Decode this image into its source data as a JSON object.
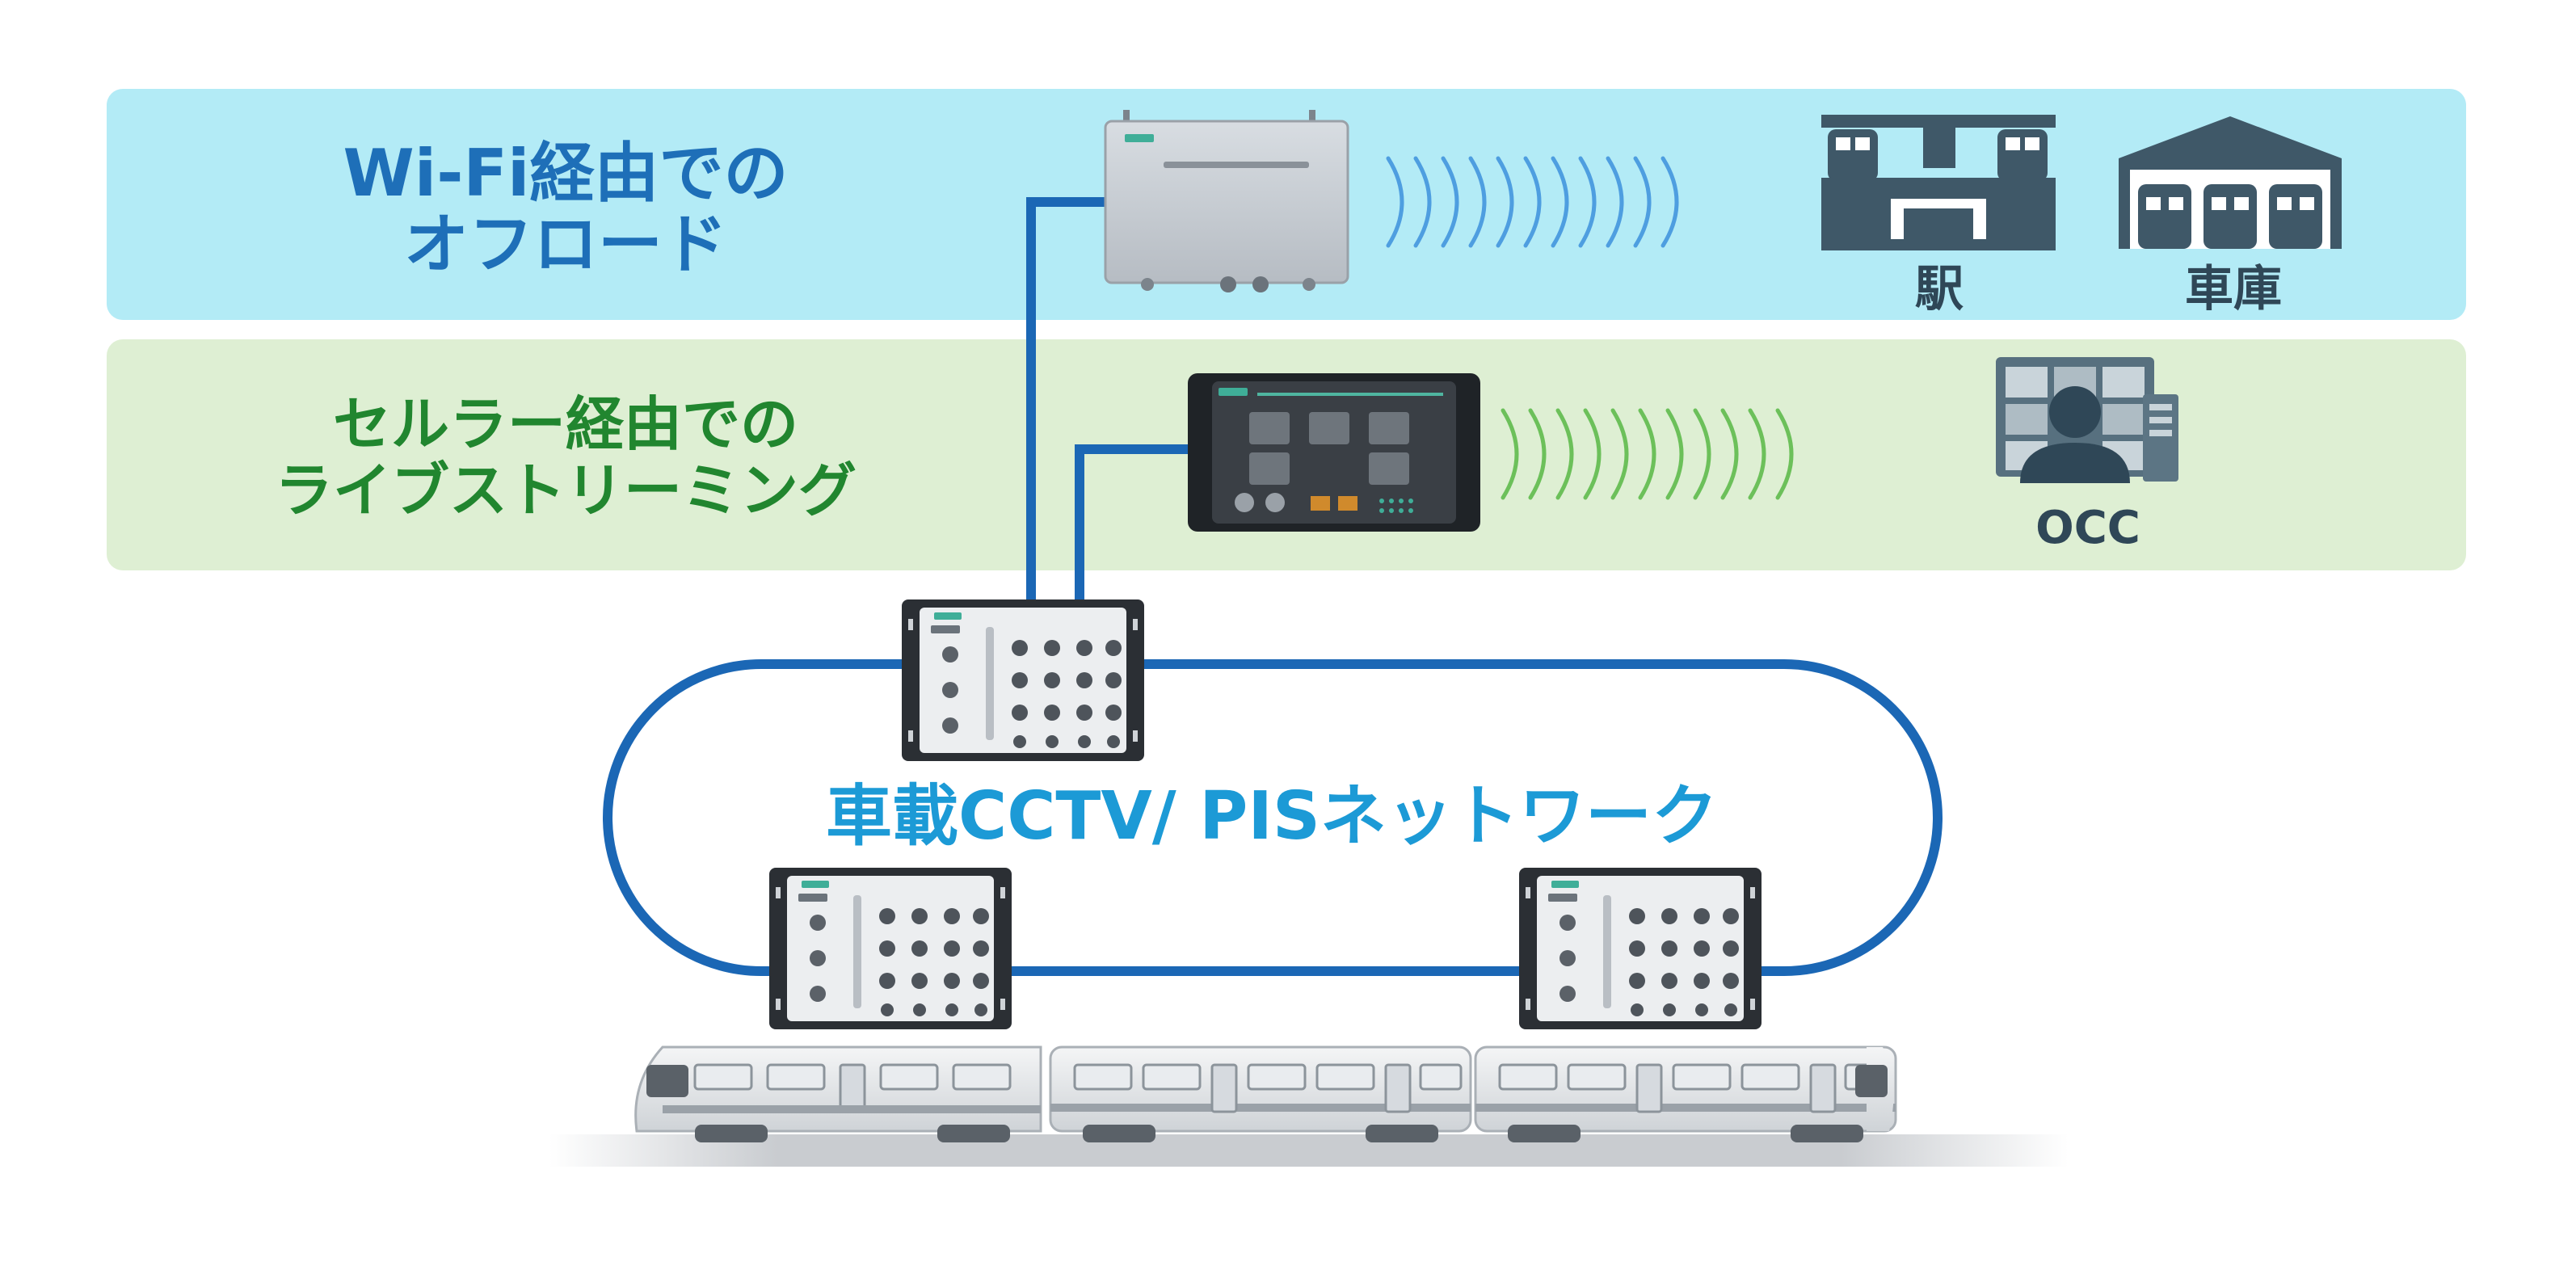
{
  "bands": {
    "wifi": {
      "line1": "Wi-Fi経由での",
      "line2": "オフロード",
      "color": "#1e6fb8",
      "bg": "#b3ebf6"
    },
    "cell": {
      "line1": "セルラー経由での",
      "line2": "ライブストリーミング",
      "color": "#21862f",
      "bg": "#deefd3"
    }
  },
  "labels": {
    "station": "駅",
    "depot": "車庫",
    "occ": "OCC",
    "network": "車載CCTV/ PISネットワーク"
  },
  "colors": {
    "link": "#1b67b5",
    "ring": "#1b67b5",
    "wifi_wave": "#4e9ee0",
    "cell_wave": "#6cc05a",
    "icon": "#3f5868",
    "network_text": "#1c9ad6",
    "brand": "#3fae98"
  },
  "icons": {
    "station": "station-icon",
    "depot": "depot-icon",
    "occ": "operator-icon",
    "wifi_device": "wireless-client-device",
    "cell_device": "cellular-router-device",
    "switch": "ethernet-switch-device",
    "train": "train-icon"
  }
}
